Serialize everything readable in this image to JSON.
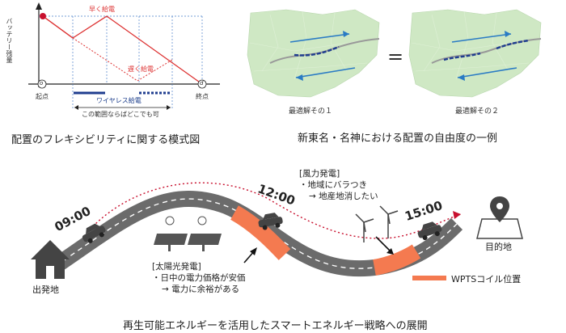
{
  "chart": {
    "ylabel": "バッテリー残量",
    "early_label": "早く給電",
    "late_label": "遅く給電",
    "wireless_label": "ワイヤレス給電",
    "range_note": "この範囲ならばどこでも可",
    "origin_symbol": "o",
    "dest_symbol": "d",
    "origin_label": "起点",
    "dest_label": "終点",
    "caption": "配置のフレキシビリティに関する模式図"
  },
  "maps": {
    "left_label": "最適解その１",
    "right_label": "最適解その２",
    "equals": "=",
    "caption": "新東名・名神における配置の自由度の一例"
  },
  "scene": {
    "time1": "09:00",
    "time2": "12:00",
    "time3": "15:00",
    "departure": "出発地",
    "destination": "目的地",
    "wind_note": [
      "[風力発電]",
      "・地域にバラつき",
      "→ 地産地消したい"
    ],
    "solar_note": [
      "[太陽光発電]",
      "・日中の電力価格が安価",
      "→ 電力に余裕がある"
    ],
    "legend_label": "WPTSコイル位置",
    "caption": "再生可能エネルギーを活用したスマートエネルギー戦略への展開"
  },
  "colors": {
    "red": "#d33333",
    "blue": "#1f3d8f",
    "road": "#6b6b6b",
    "coil": "#f47a50",
    "map_land": "#cfe8c4",
    "arrow_blue": "#2a7bc4"
  }
}
